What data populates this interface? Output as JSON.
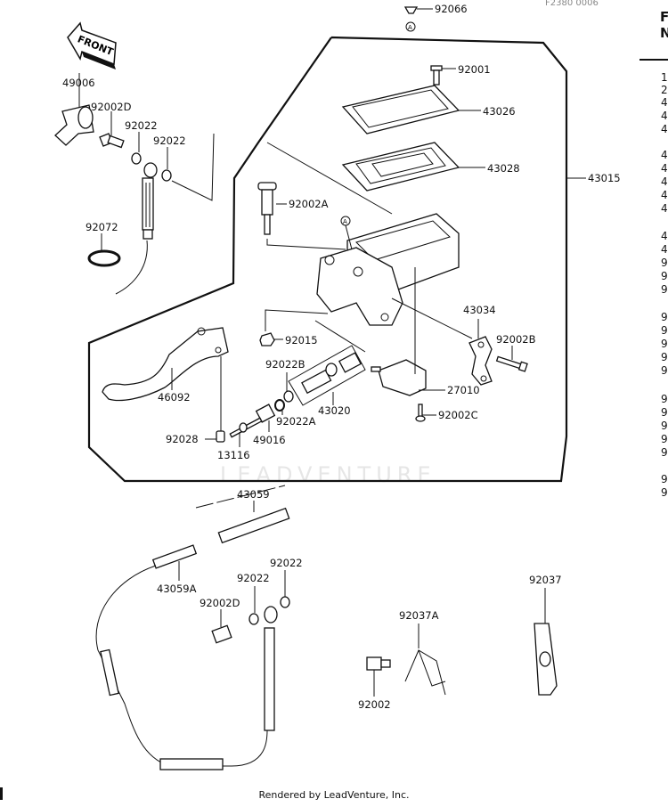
{
  "diagram": {
    "reference_code": "F2380 0006",
    "front_arrow_label": "FRONT",
    "callout_marker": "A",
    "watermark": "LEADVENTURE",
    "part_labels": {
      "p92066": "92066",
      "p92001": "92001",
      "p43026": "43026",
      "p43028": "43028",
      "p43015": "43015",
      "p49006": "49006",
      "p92002D_top": "92002D",
      "p92022_a": "92022",
      "p92022_b": "92022",
      "p92072": "92072",
      "p92002A": "92002A",
      "p43034": "43034",
      "p92002B": "92002B",
      "p92015": "92015",
      "p92022B": "92022B",
      "p46092": "46092",
      "p43020": "43020",
      "p27010": "27010",
      "p92022A": "92022A",
      "p92002C": "92002C",
      "p92028": "92028",
      "p49016": "49016",
      "p13116": "13116",
      "p43059": "43059",
      "p43059A": "43059A",
      "p92022_c": "92022",
      "p92022_d": "92022",
      "p92002D_bottom": "92002D",
      "p92037A": "92037A",
      "p92037": "92037",
      "p92002": "92002"
    }
  },
  "side_panel": {
    "header_lines": [
      "F",
      "N"
    ],
    "row_digits": [
      "1",
      "2",
      "4",
      "4",
      "4",
      "4",
      "4",
      "4",
      "4",
      "4",
      "4",
      "4",
      "9",
      "9",
      "9",
      "9",
      "9",
      "9",
      "9",
      "9",
      "9",
      "9",
      "9",
      "9",
      "9",
      "9",
      "9"
    ]
  },
  "footer": {
    "text": "Rendered by LeadVenture, Inc."
  }
}
